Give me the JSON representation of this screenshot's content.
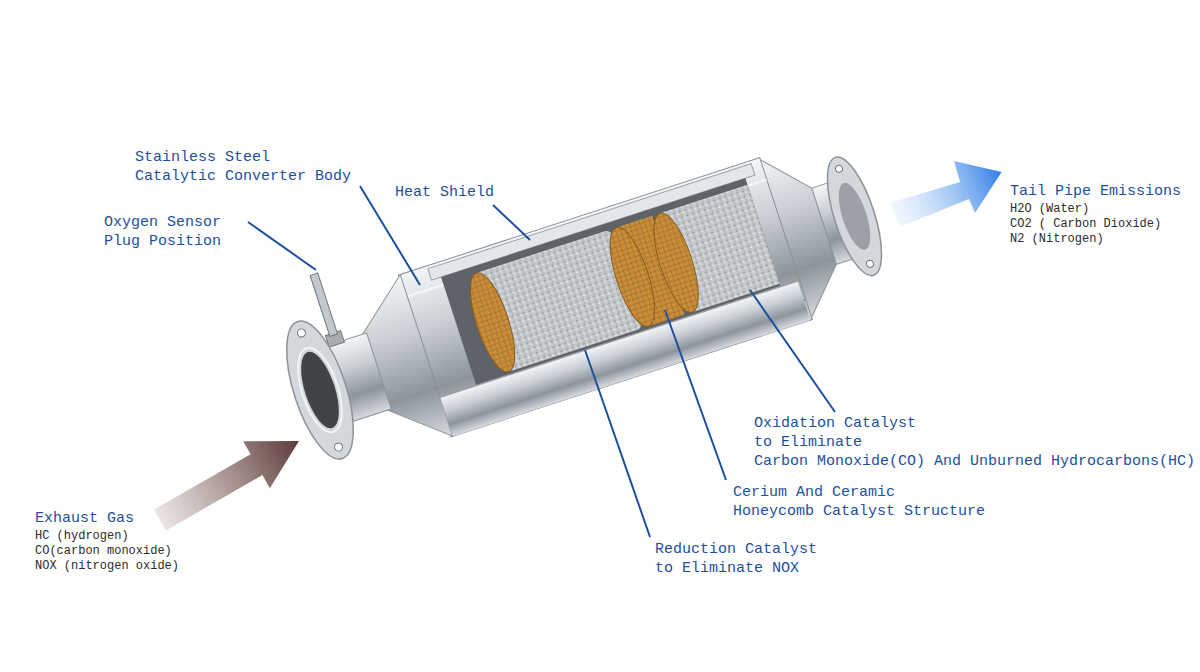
{
  "diagram": {
    "labels": [
      "Stainless Steel Catalytic Converter Body",
      "Heat Shield",
      "Oxygen Sensor Plug Position",
      "Tail Pipe Emissions",
      "H2O (Water)",
      "CO2 ( Carbon Dioxide)",
      "N2 (Nitrogen)",
      "Oxidation Catalyst to Eliminate Carbon Monoxide(CO) And Unburned Hydrocarbons(HC)",
      "Cerium And Ceramic Honeycomb Catalyst Structure",
      "Reduction Catalyst to Eliminate NOX",
      "Exhaust Gas",
      "HC (hydrogen)",
      "CO(carbon monoxide)",
      "NOX (nitrogen oxide)"
    ]
  }
}
